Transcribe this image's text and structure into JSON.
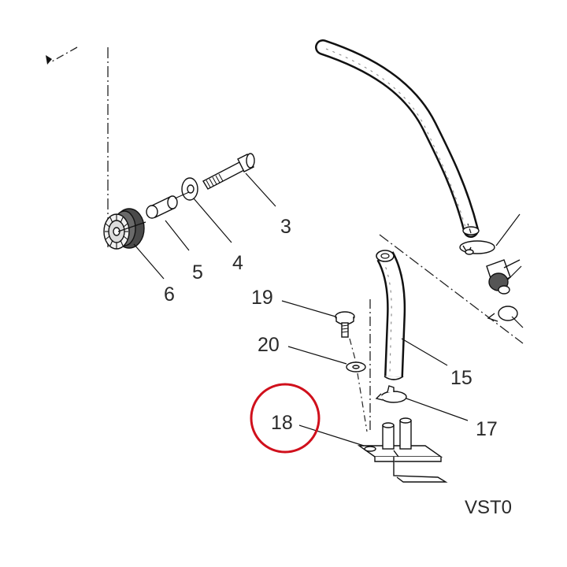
{
  "diagram": {
    "callouts": {
      "c3": "3",
      "c4": "4",
      "c5": "5",
      "c6": "6",
      "c15": "15",
      "c17": "17",
      "c18": "18",
      "c19": "19",
      "c20": "20"
    },
    "drawing_code": "VST0",
    "highlight": {
      "label": "18",
      "color": "#d0101c"
    },
    "line_color": "#1a1a1a"
  }
}
